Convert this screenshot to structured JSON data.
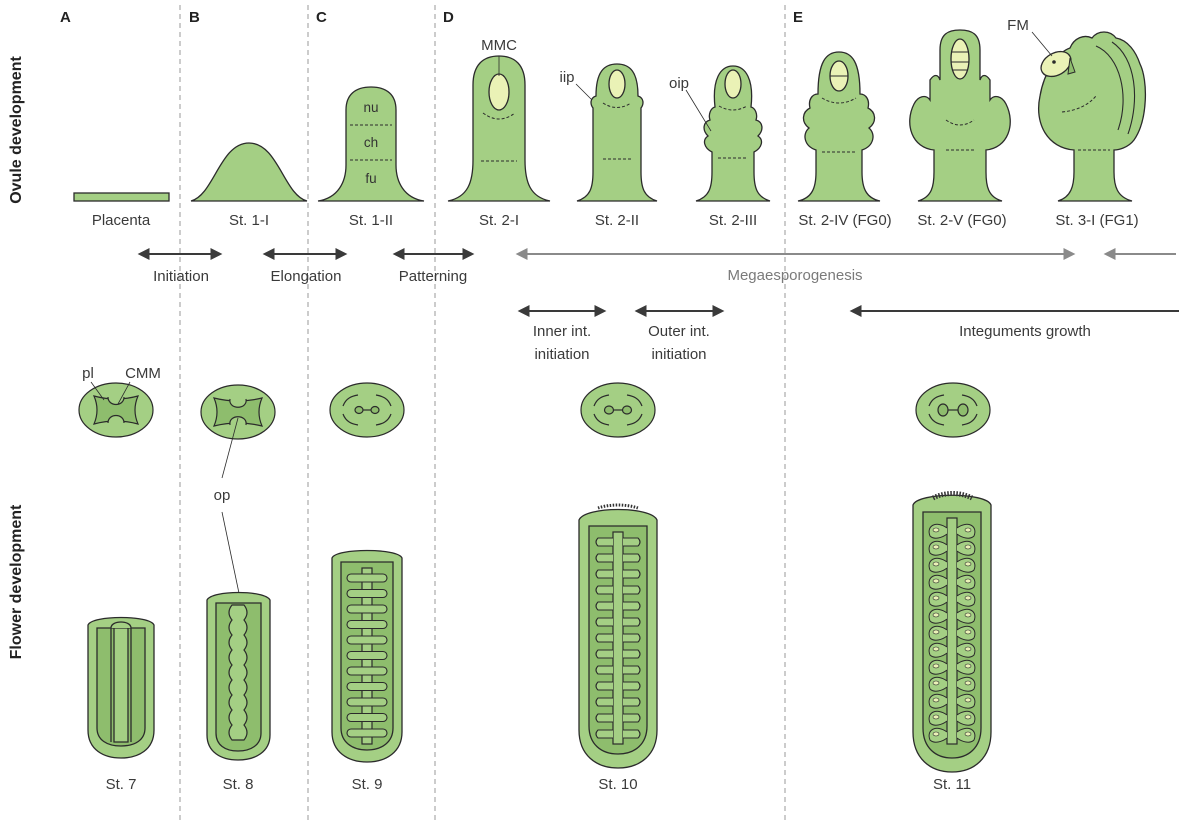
{
  "colors": {
    "tissue": "#a4cf84",
    "tissue_dark": "#8ebd6d",
    "cell": "#eaf2b6",
    "outline": "#2b2b2b",
    "arrow_dark": "#3a3a3a",
    "arrow_grey": "#8a8a8a",
    "divider": "#9a9a9a"
  },
  "panels": [
    "A",
    "B",
    "C",
    "D",
    "E"
  ],
  "row_titles": {
    "ovule": "Ovule development",
    "flower": "Flower development"
  },
  "ovule_stages": [
    "Placenta",
    "St. 1-I",
    "St. 1-II",
    "St. 2-I",
    "St. 2-II",
    "St. 2-III",
    "St. 2-IV (FG0)",
    "St. 2-V (FG0)",
    "St. 3-I (FG1)"
  ],
  "ovule_zones": {
    "nu": "nu",
    "ch": "ch",
    "fu": "fu"
  },
  "ovule_callouts": {
    "mmc": "MMC",
    "iip": "iip",
    "oip": "oip",
    "fm": "FM"
  },
  "processes": {
    "initiation": "Initiation",
    "elongation": "Elongation",
    "patterning": "Patterning",
    "megasporogenesis": "Megaesporogenesis",
    "inner_line1": "Inner int.",
    "inner_line2": "initiation",
    "outer_line1": "Outer int.",
    "outer_line2": "initiation",
    "integuments": "Integuments growth"
  },
  "flower_callouts": {
    "pl": "pl",
    "cmm": "CMM",
    "op": "op"
  },
  "flower_stages": [
    "St. 7",
    "St. 8",
    "St. 9",
    "St. 10",
    "St. 11"
  ],
  "icons": {
    "arrow_double": "double-headed-arrow",
    "arrow_left": "left-arrow"
  }
}
